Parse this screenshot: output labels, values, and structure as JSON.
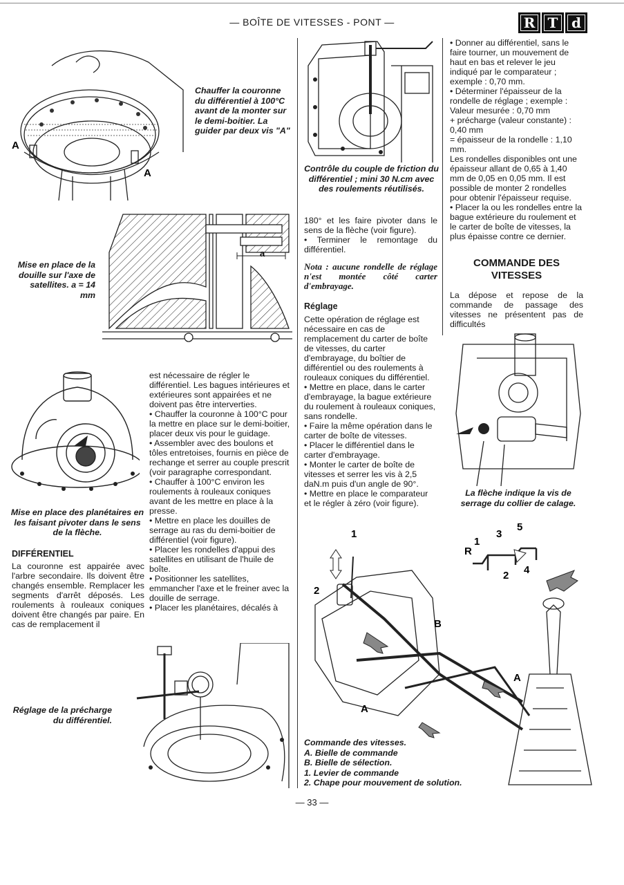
{
  "header": {
    "title": "— BOÎTE DE VITESSES - PONT —",
    "logo_letters": [
      "R",
      "T",
      "d"
    ]
  },
  "captions": {
    "couronne": "Chauffer la couronne du différentiel à 100°C avant de la monter sur le demi-boitier. La guider par deux vis \"A\"",
    "douille": "Mise en place de la douille sur l'axe de satellites. a = 14 mm",
    "planetaires": "Mise en place des planétaires en les faisant pivoter dans le sens de la flèche.",
    "precharge": "Réglage de la précharge du différentiel.",
    "couple": "Contrôle du couple de friction du différentiel ; mini 30 N.cm avec des roulements réutilisés.",
    "fleche": "La flèche indique la vis de serrage du collier de calage.",
    "commande": [
      "Commande des vitesses.",
      "A. Bielle de commande",
      "B. Bielle de sélection.",
      "1. Levier de commande",
      "2. Chape pour mouvement de solution."
    ]
  },
  "figure_labels": {
    "a": "A",
    "b": "B",
    "one": "1",
    "two": "2",
    "dim_a": "a",
    "gears": [
      "R",
      "1",
      "3",
      "5",
      "2",
      "4"
    ]
  },
  "col1": {
    "heading": "DIFFÉRENTIEL",
    "text": "La couronne est appairée avec l'arbre secondaire. Ils doivent être changés ensemble. Remplacer les segments d'arrêt déposés. Les roulements à rouleaux coniques doivent être changés par paire. En cas de remplacement il"
  },
  "col2": [
    "est nécessaire de régler le différentiel. Les bagues intérieures et extérieures sont appairées et ne doivent pas être interverties.",
    "• Chauffer la couronne à 100°C pour la mettre en place sur le demi-boitier, placer deux vis pour le guidage.",
    "• Assembler avec des boulons et tôles entretoises, fournis en pièce de rechange et serrer au couple prescrit (voir paragraphe correspondant.",
    "• Chauffer à 100°C environ les roulements à rouleaux coniques avant de les mettre en place à la presse.",
    "• Mettre en place les douilles de serrage au ras du demi-boitier de différentiel (voir figure).",
    "• Placer les rondelles d'appui des satellites en utilisant de l'huile de boîte.",
    "• Positionner les satellites, emmancher l'axe et le freiner avec la douille de serrage.",
    "• Placer les planétaires, décalés à"
  ],
  "col3": {
    "intro": [
      "180° et les faire pivoter dans le sens de la flèche (voir figure).",
      "• Terminer le remontage du différentiel."
    ],
    "nota": "Nota : aucune rondelle de réglage n'est montée côté carter d'embrayage.",
    "heading": "Réglage",
    "paras": [
      "Cette opération de réglage est nécessaire en cas de remplacement du carter de boîte de vitesses, du carter d'embrayage, du boîtier de différentiel ou des roulements à rouleaux coniques du différentiel.",
      "• Mettre en place, dans le carter d'embrayage, la bague extérieure du roulement à rouleaux coniques, sans rondelle.",
      "• Faire la même opération dans le carter de boîte de vitesses.",
      "• Placer le différentiel dans le carter d'embrayage.",
      "• Monter le carter de boîte de vitesses et serrer les vis à 2,5 daN.m puis d'un angle de 90°.",
      "• Mettre en place le comparateur et le régler à zéro (voir figure)."
    ]
  },
  "col4": {
    "paras": [
      "• Donner au différentiel, sans le faire tourner, un mouvement de haut en bas et relever le jeu indiqué par le comparateur ; exemple : 0,70 mm.",
      "• Déterminer l'épaisseur de la rondelle de réglage ; exemple :",
      "Valeur mesurée : 0,70 mm",
      "+ précharge (valeur constante) : 0,40 mm",
      "= épaisseur de la rondelle : 1,10 mm.",
      "Les rondelles disponibles ont une épaisseur allant de 0,65 à 1,40 mm de 0,05 en 0,05 mm. Il est possible de monter 2 rondelles pour obtenir l'épaisseur requise.",
      "• Placer la ou les rondelles entre la bague extérieure du roulement et le carter de boîte de vitesses, la plus épaisse contre ce dernier."
    ],
    "heading": "COMMANDE DES VITESSES",
    "text": "La dépose et repose de la commande de passage des vitesses ne présentent pas de difficultés"
  },
  "footer": {
    "page": "— 33 —"
  }
}
